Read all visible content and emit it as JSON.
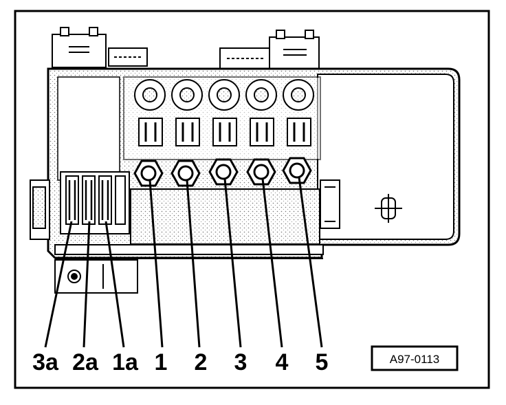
{
  "callouts": [
    {
      "label": "3a"
    },
    {
      "label": "2a"
    },
    {
      "label": "1a"
    },
    {
      "label": "1"
    },
    {
      "label": "2"
    },
    {
      "label": "3"
    },
    {
      "label": "4"
    },
    {
      "label": "5"
    }
  ],
  "figure_id": "A97-0113"
}
